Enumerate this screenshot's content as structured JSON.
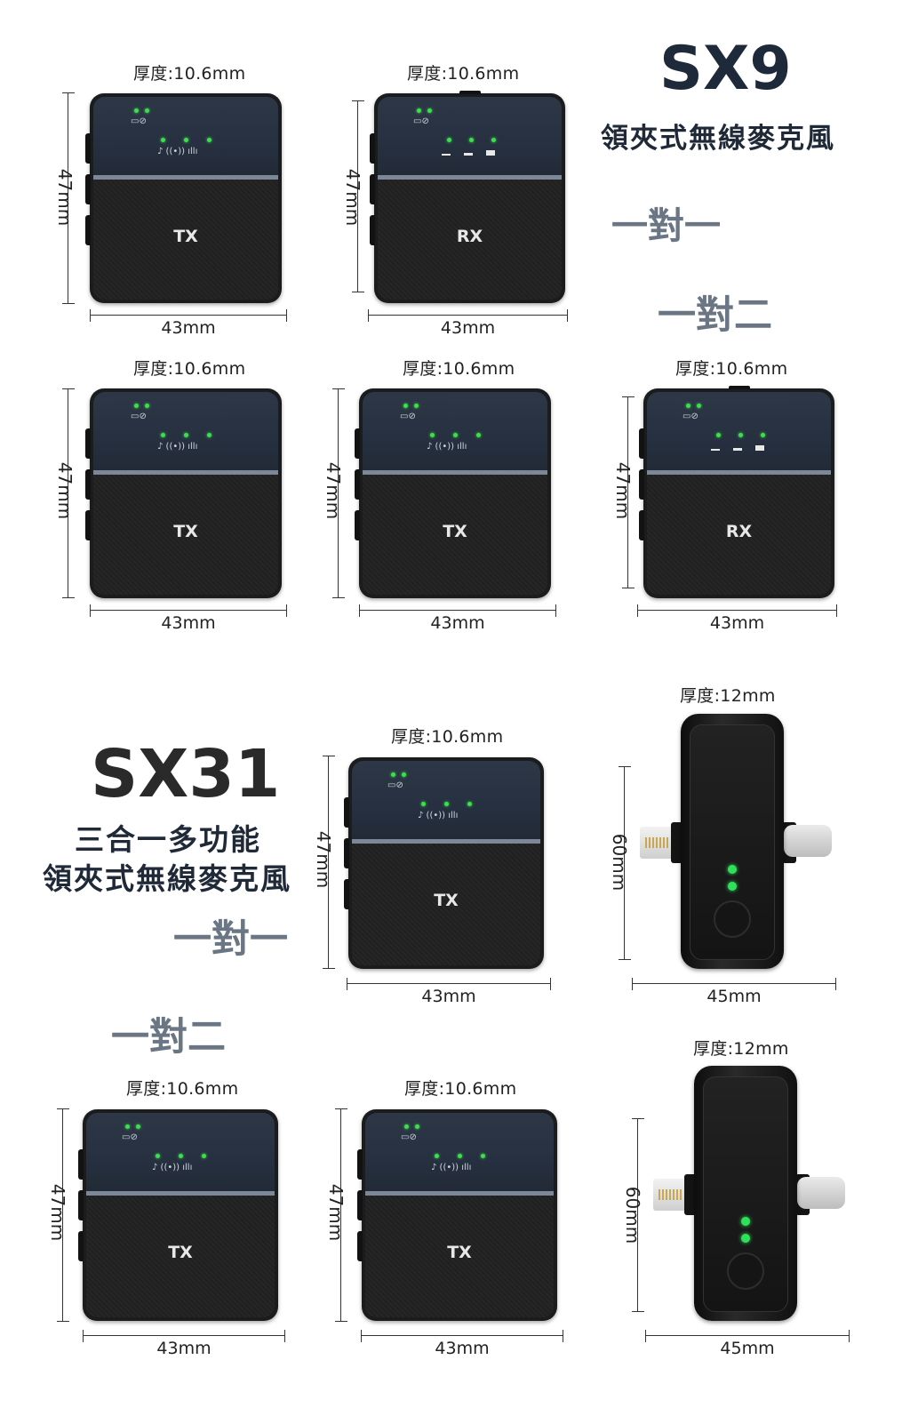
{
  "sx9": {
    "title": "SX9",
    "subtitle": "領夾式無線麥克風",
    "pair_one": "一對一",
    "pair_two": "一對二"
  },
  "sx31": {
    "title": "SX31",
    "subtitle_line1": "三合一多功能",
    "subtitle_line2": "領夾式無線麥克風",
    "pair_one": "一對一",
    "pair_two": "一對二"
  },
  "labels": {
    "thickness_106": "厚度:10.6mm",
    "thickness_12": "厚度:12mm",
    "width_43": "43mm",
    "width_45": "45mm",
    "height_47": "47mm",
    "height_60": "60mm",
    "tx": "TX",
    "rx": "RX"
  },
  "colors": {
    "accent_title": "#1e2a3a",
    "pair_gray": "#6b7684",
    "led_green": "#3be04a"
  },
  "icons": [
    "battery-icon",
    "link-icon",
    "mic-icon",
    "wireless-icon",
    "volume-icon",
    "signal-bars-icon",
    "lightning-plug-icon",
    "usb-c-plug-icon"
  ]
}
